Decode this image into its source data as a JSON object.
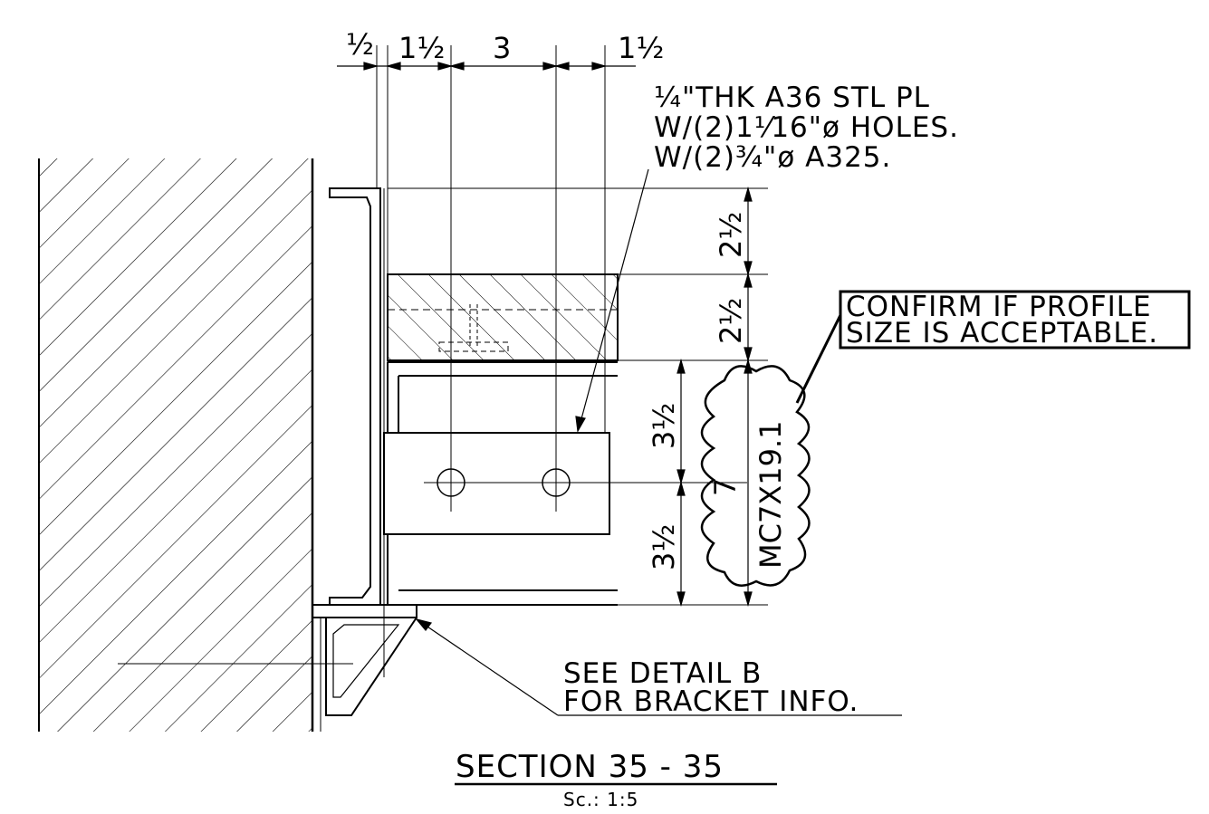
{
  "colors": {
    "line": "#000000",
    "background": "#ffffff"
  },
  "dimensions": {
    "top": [
      "½",
      "1½",
      "3",
      "1½"
    ],
    "right_upper": [
      "2½",
      "2½"
    ],
    "right_lower": [
      "3½",
      "3½"
    ],
    "member_depth": "7"
  },
  "notes": {
    "plate": [
      "¼\"THK  A36  STL  PL",
      "W/(2)1⅟16\"ø  HOLES.",
      "W/(2)¾\"ø  A325."
    ],
    "confirm": [
      "CONFIRM  IF  PROFILE",
      "SIZE  IS  ACCEPTABLE."
    ],
    "member": "MC7X19.1",
    "detail": [
      "SEE  DETAIL  B",
      "FOR  BRACKET  INFO."
    ]
  },
  "title": "SECTION   35 - 35",
  "scale": "Sc.:   1:5"
}
